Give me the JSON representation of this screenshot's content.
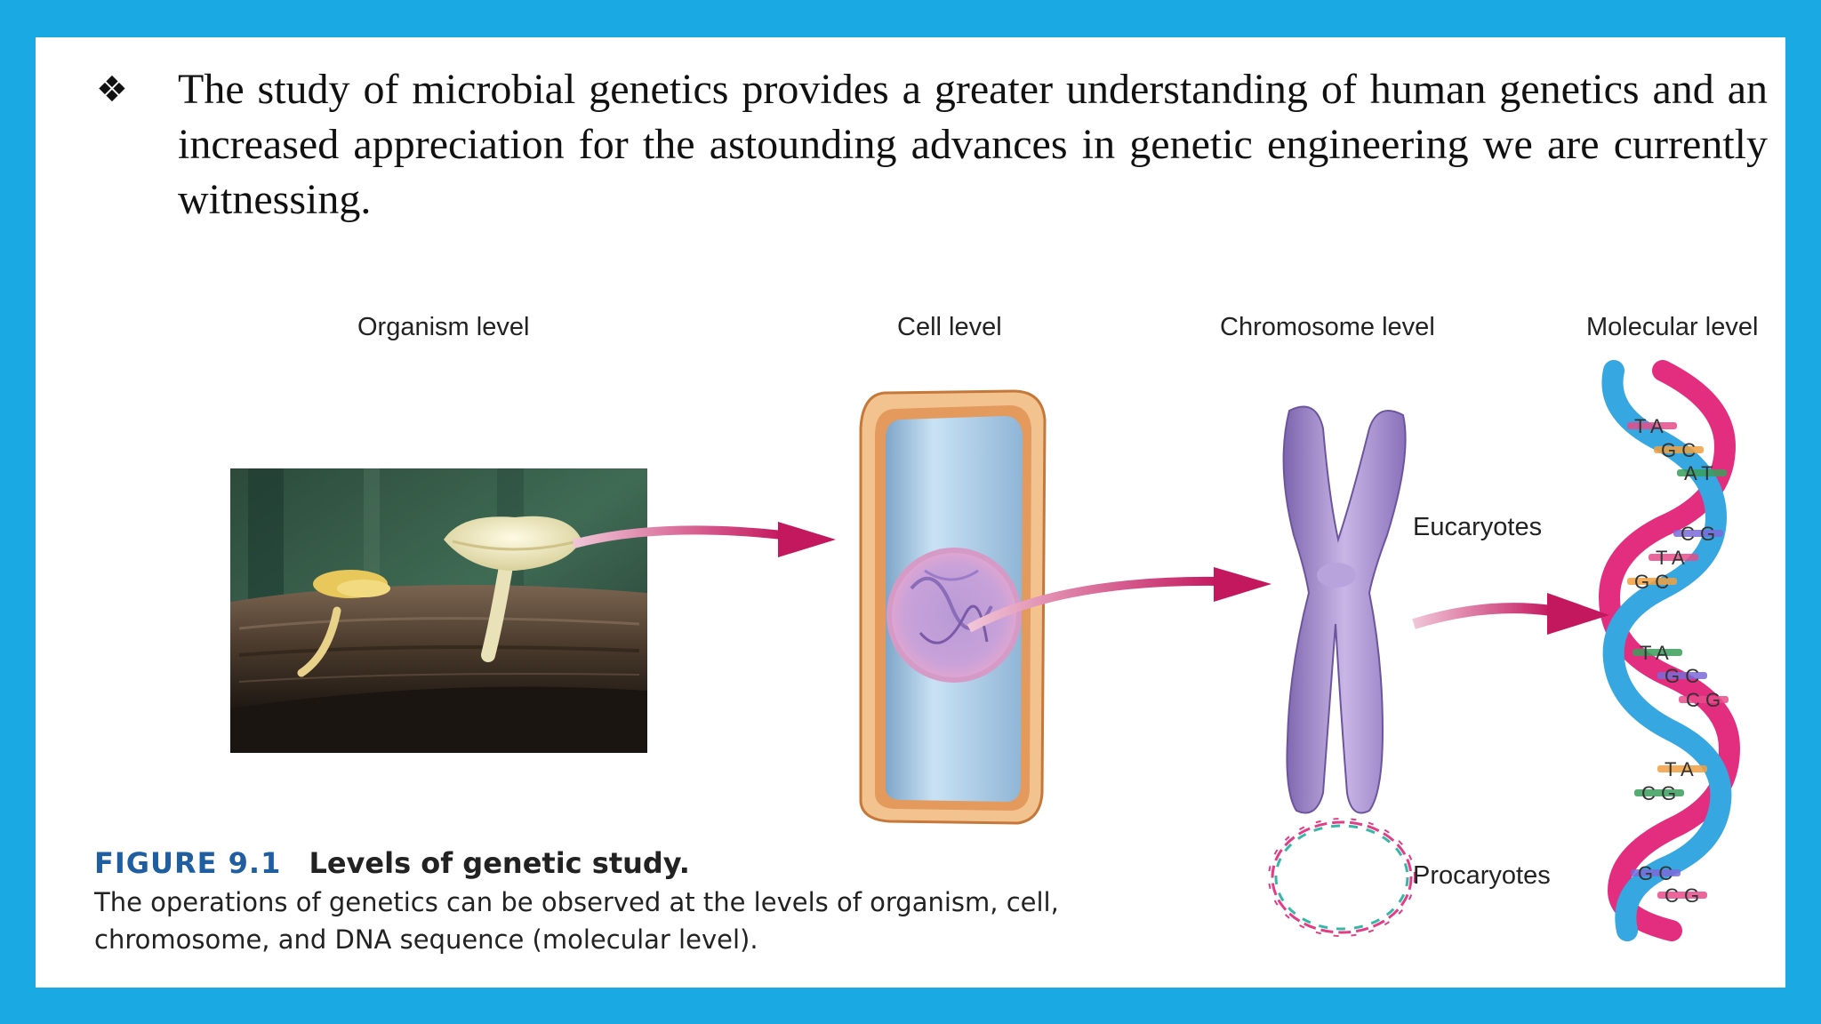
{
  "slide": {
    "bullet_symbol": "❖",
    "bullet_text": "The study of microbial genetics provides a greater understanding of human genetics and an increased appreciation for the astounding advances in genetic engineering we are currently witnessing."
  },
  "figure": {
    "levels": {
      "organism": "Organism level",
      "cell": "Cell level",
      "chromosome": "Chromosome level",
      "molecular": "Molecular level"
    },
    "labels": {
      "eucaryotes": "Eucaryotes",
      "procaryotes": "Procaryotes"
    },
    "base_pairs": [
      "TA",
      "GC",
      "AT",
      "CG",
      "TA",
      "GC",
      "TA",
      "GC",
      "CG",
      "TA",
      "CG",
      "GC",
      "CG"
    ],
    "caption": {
      "number": "FIGURE 9.1",
      "title": "Levels of genetic study.",
      "body": "The operations of genetics can be observed at the levels of organism, cell, chromosome, and DNA sequence (molecular level)."
    }
  },
  "colors": {
    "frame": "#1aa9e3",
    "arrow": "#c4185e",
    "cell_wall": "#e8a060",
    "cell_body": "#a9cde8",
    "chromosome": "#a98fd0",
    "dna_pink": "#e32e7f",
    "dna_blue": "#36a7e0",
    "caption_blue": "#1f5ea0"
  }
}
